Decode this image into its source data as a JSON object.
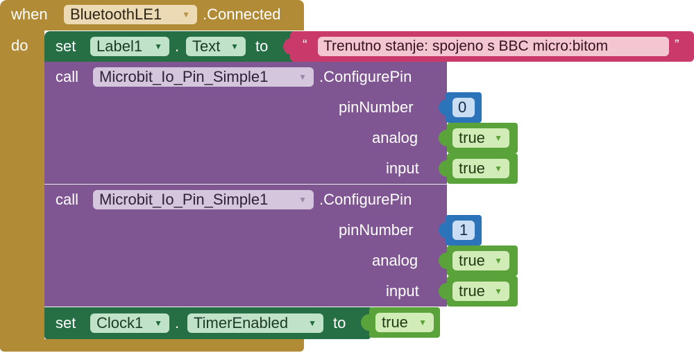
{
  "event_block": {
    "when_label": "when",
    "component": "BluetoothLE1",
    "event": ".Connected",
    "do_label": "do"
  },
  "set_label_block": {
    "set_label": "set",
    "component": "Label1",
    "dot": ".",
    "property": "Text",
    "to_label": "to",
    "open_quote": "“",
    "text_value": "Trenutno stanje: spojeno s BBC micro:bitom",
    "close_quote": "”"
  },
  "configure_blocks": [
    {
      "call_label": "call",
      "component": "Microbit_Io_Pin_Simple1",
      "method": ".ConfigurePin",
      "pin_label": "pinNumber",
      "pin_value": "0",
      "analog_label": "analog",
      "analog_value": "true",
      "input_label": "input",
      "input_value": "true"
    },
    {
      "call_label": "call",
      "component": "Microbit_Io_Pin_Simple1",
      "method": ".ConfigurePin",
      "pin_label": "pinNumber",
      "pin_value": "1",
      "analog_label": "analog",
      "analog_value": "true",
      "input_label": "input",
      "input_value": "true"
    }
  ],
  "set_clock_block": {
    "set_label": "set",
    "component": "Clock1",
    "dot": ".",
    "property": "TimerEnabled",
    "to_label": "to",
    "value": "true"
  },
  "colors": {
    "event_block": "#b18b36",
    "setter_block": "#266e44",
    "method_block": "#7f5592",
    "text_block": "#c93a6a",
    "number_block": "#2b74b9",
    "logic_block": "#5aa33a"
  },
  "icons": [
    "dropdown-arrow-icon"
  ]
}
